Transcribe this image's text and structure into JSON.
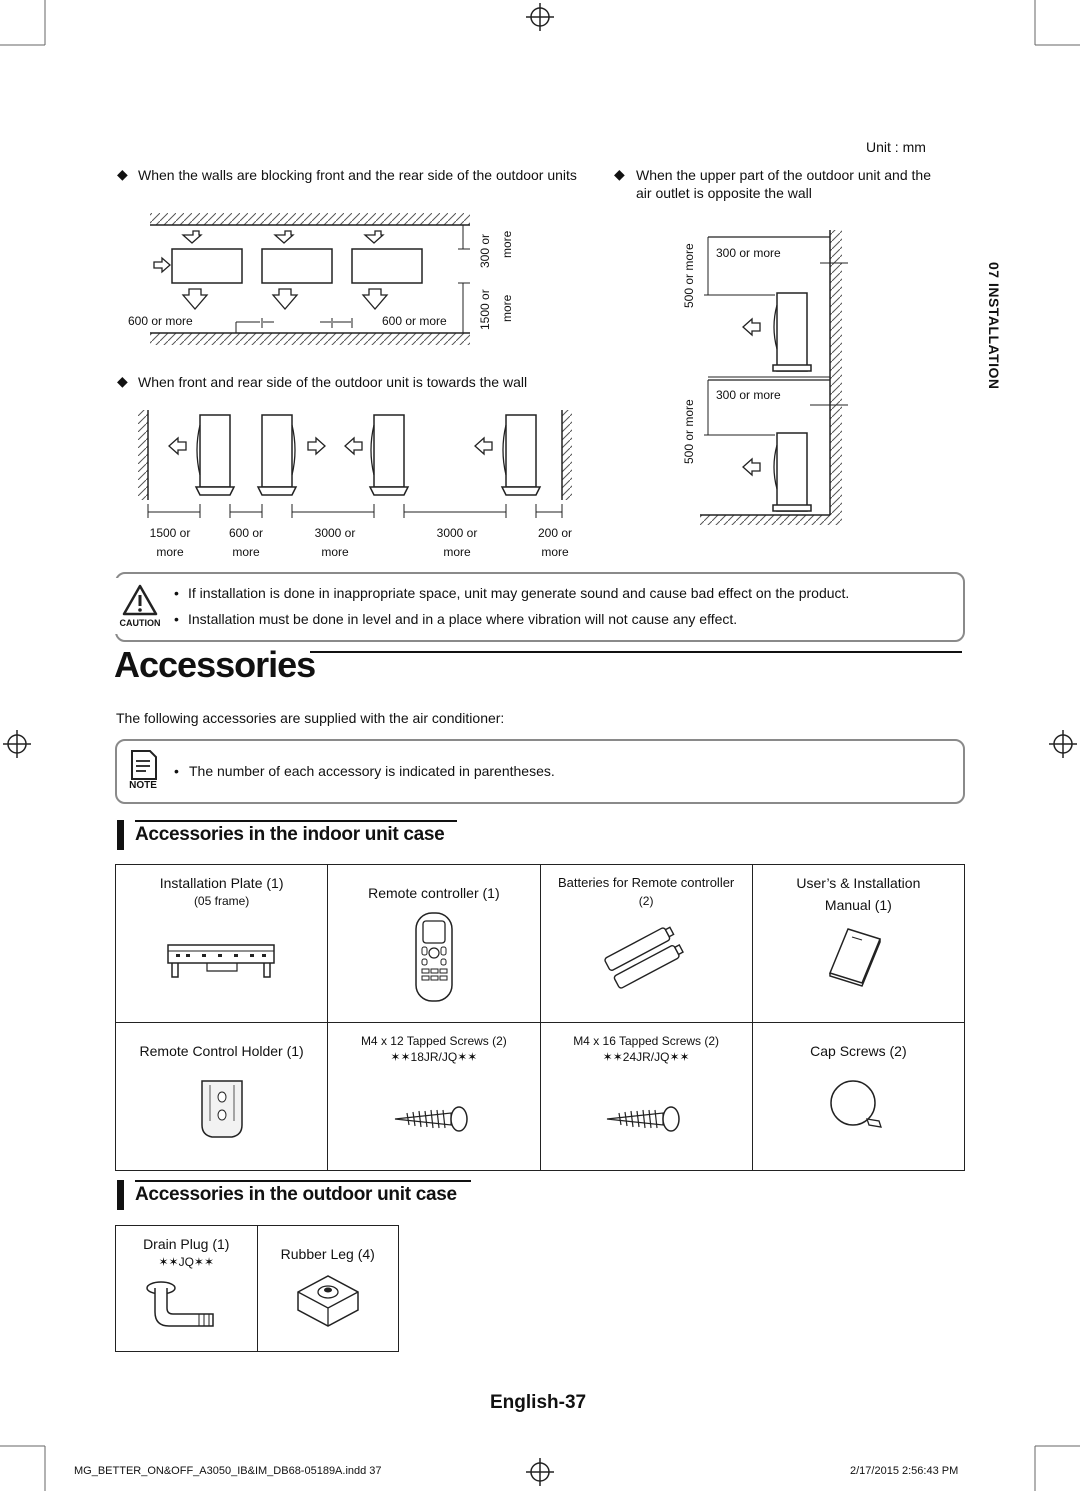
{
  "unit_label": "Unit : mm",
  "diagram1": {
    "caption": "When the walls are blocking front and the rear side of the outdoor units",
    "dim_300": "300 or",
    "dim_300_more": "more",
    "dim_1500": "1500 or",
    "dim_1500_more": "more",
    "left_dim": "600 or more",
    "right_dim": "600 or more"
  },
  "diagram2": {
    "caption": "When front and rear side of the outdoor unit is towards the wall",
    "dims": [
      {
        "top": "1500 or",
        "bottom": "more"
      },
      {
        "top": "600 or",
        "bottom": "more"
      },
      {
        "top": "3000 or",
        "bottom": "more"
      },
      {
        "top": "3000 or",
        "bottom": "more"
      },
      {
        "top": "200 or",
        "bottom": "more"
      }
    ]
  },
  "diagram3": {
    "caption": "When the upper part of the outdoor unit and the air outlet is opposite the wall",
    "top_dim": "300 or more",
    "top_vert": "500 or more",
    "bottom_dim": "300 or more",
    "bottom_vert": "500 or more"
  },
  "side_tab": "07 INSTALLATION",
  "caution": {
    "icon_label": "CAUTION",
    "items": [
      "If installation is done in inappropriate space, unit may generate sound and cause bad effect on the product.",
      "Installation must be done in level and in a place where vibration will not cause any effect."
    ]
  },
  "heading": "Accessories",
  "intro": "The following accessories are supplied with the air conditioner:",
  "note": {
    "icon_label": "NOTE",
    "item": "The number of each accessory is indicated in parentheses."
  },
  "indoor": {
    "title": "Accessories in the indoor unit case",
    "cells": [
      {
        "label": "Installation Plate (1)",
        "sub": "(05 frame)"
      },
      {
        "label": "Remote controller (1)",
        "sub": ""
      },
      {
        "label": "Batteries for Remote controller",
        "sub": "(2)"
      },
      {
        "label": "User’s & Installation",
        "sub": "Manual (1)"
      },
      {
        "label": "Remote Control Holder (1)",
        "sub": ""
      },
      {
        "label": "M4 x 12 Tapped Screws (2)",
        "sub": "✶✶18JR/JQ✶✶"
      },
      {
        "label": "M4 x 16 Tapped Screws (2)",
        "sub": "✶✶24JR/JQ✶✶"
      },
      {
        "label": "Cap Screws (2)",
        "sub": ""
      }
    ]
  },
  "outdoor": {
    "title": "Accessories in the outdoor unit case",
    "cells": [
      {
        "label": "Drain Plug (1)",
        "sub": "✶✶JQ✶✶"
      },
      {
        "label": "Rubber Leg (4)",
        "sub": ""
      }
    ]
  },
  "page_number": "English-37",
  "footer": {
    "file": "MG_BETTER_ON&OFF_A3050_IB&IM_DB68-05189A.indd   37",
    "date": "2/17/2015   2:56:43 PM"
  }
}
